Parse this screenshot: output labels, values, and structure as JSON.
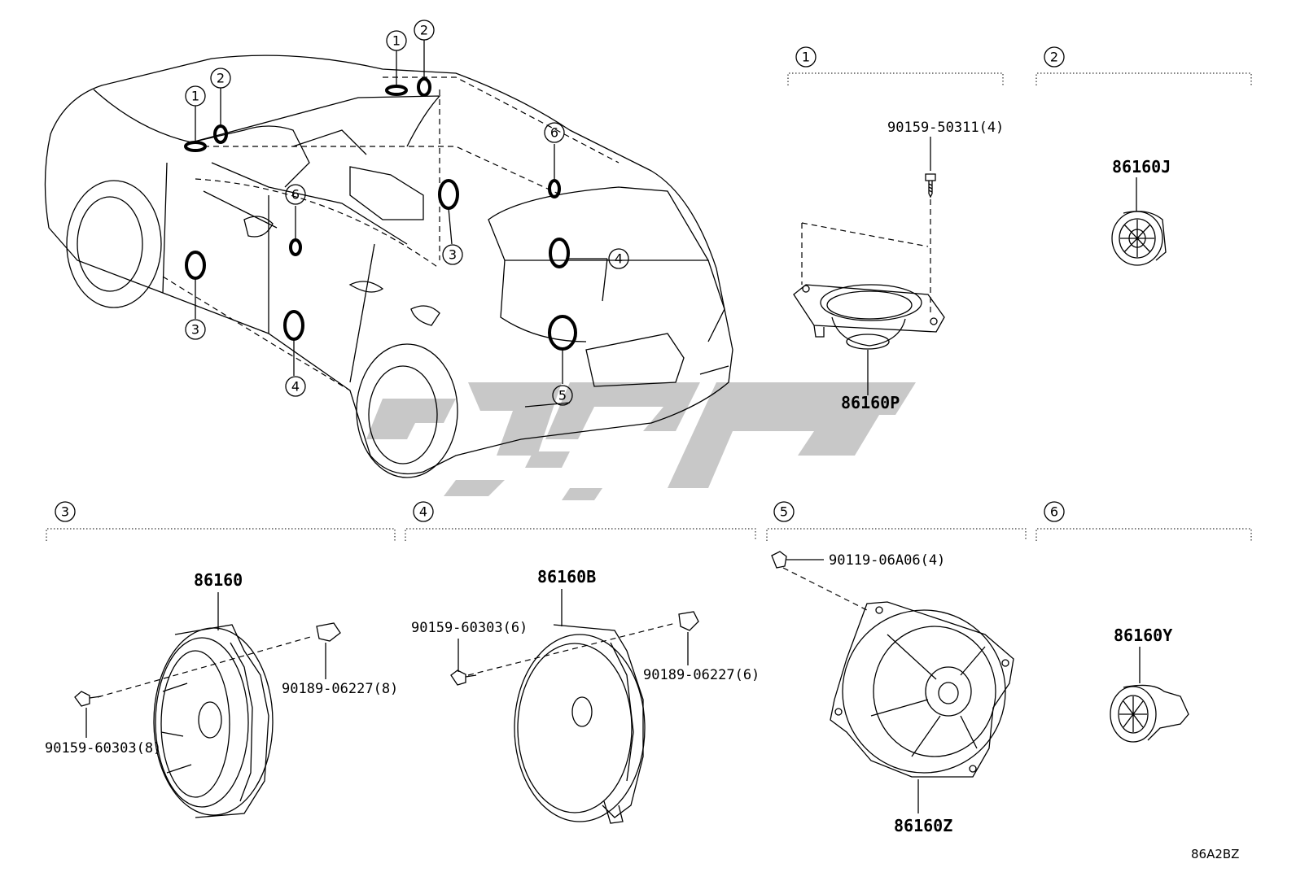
{
  "callouts": {
    "c1": "1",
    "c2": "2",
    "c3": "3",
    "c4": "4",
    "c5": "5",
    "c6": "6"
  },
  "sections": {
    "s1": {
      "id": "1",
      "screw": "90159-50311(4)",
      "part": "86160P"
    },
    "s2": {
      "id": "2",
      "part": "86160J"
    },
    "s3": {
      "id": "3",
      "part": "86160",
      "clip": "90189-06227(8)",
      "screw": "90159-60303(8)"
    },
    "s4": {
      "id": "4",
      "part": "86160B",
      "screw": "90159-60303(6)",
      "clip": "90189-06227(6)"
    },
    "s5": {
      "id": "5",
      "bolt": "90119-06A06(4)",
      "part": "86160Z"
    },
    "s6": {
      "id": "6",
      "part": "86160Y"
    }
  },
  "diagram_code": "86A2BZ",
  "watermark": {
    "color": "#c8c8c8"
  }
}
